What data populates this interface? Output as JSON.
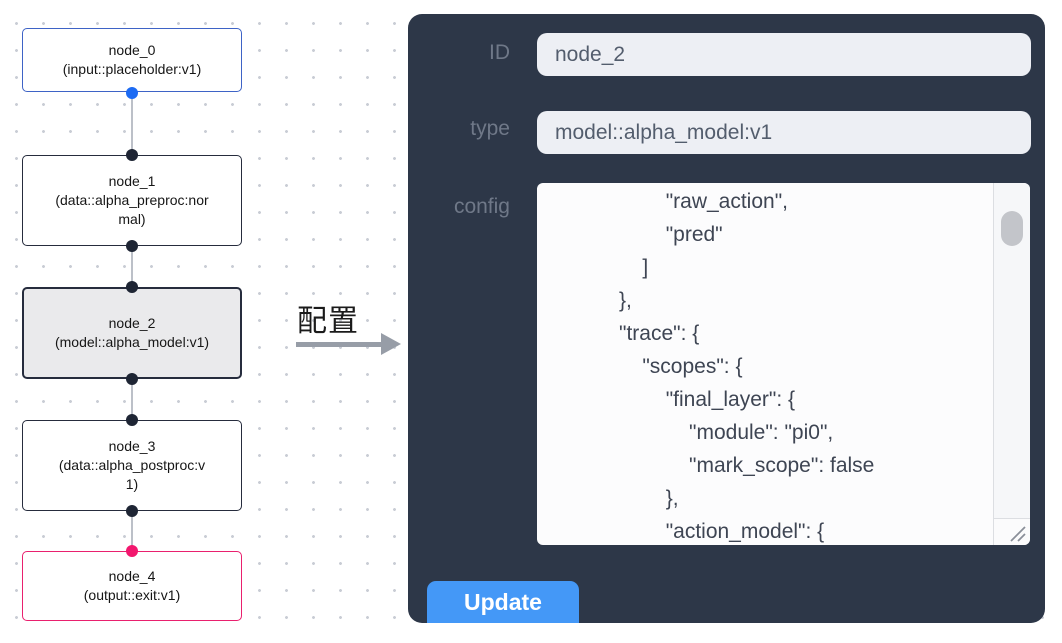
{
  "flow": {
    "nodes": [
      {
        "title": "node_0",
        "subtitle": "(input::placeholder:v1)"
      },
      {
        "title": "node_1",
        "subtitle": "(data::alpha_preproc:normal)"
      },
      {
        "title": "node_2",
        "subtitle": "(model::alpha_model:v1)"
      },
      {
        "title": "node_3",
        "subtitle": "(data::alpha_postproc:v1)"
      },
      {
        "title": "node_4",
        "subtitle": "(output::exit:v1)"
      }
    ]
  },
  "arrow": {
    "label": "配置"
  },
  "panel": {
    "id_label": "ID",
    "id_value": "node_2",
    "type_label": "type",
    "type_value": "model::alpha_model:v1",
    "config_label": "config",
    "config_text": "                    \"raw_action\",\n                    \"pred\"\n                ]\n            },\n            \"trace\": {\n                \"scopes\": {\n                    \"final_layer\": {\n                        \"module\": \"pi0\",\n                        \"mark_scope\": false\n                    },\n                    \"action_model\": {",
    "update_label": "Update"
  },
  "colors": {
    "panel_bg": "#2d3748",
    "button_blue": "#4498f7",
    "node0_border_blue": "#3e63c6",
    "node4_border_pink": "#e9206e",
    "handle_dark": "#1e2534",
    "handle_blue": "#1d6bf3",
    "handle_pink": "#f2176e",
    "selected_node_bg": "#eaeaec",
    "grid_dot": "#c9cdd5"
  }
}
